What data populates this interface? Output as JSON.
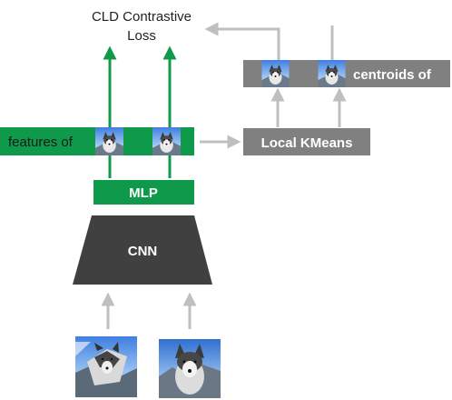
{
  "title": {
    "line1": "CLD Contrastive",
    "line2": "Loss"
  },
  "features_label": "features of",
  "centroids_label": "centroids of",
  "kmeans_label": "Local KMeans",
  "mlp_label": "MLP",
  "cnn_label": "CNN",
  "colors": {
    "green": "#0f9a4b",
    "dark": "#404040",
    "gray_box": "#808080",
    "arrow_gray": "#bfbfbf",
    "text": "#222222"
  },
  "icons": {
    "input_image_1": "husky-dog-photo-rotated",
    "input_image_2": "husky-dog-photo",
    "thumbnail": "husky-dog-thumbnail"
  }
}
